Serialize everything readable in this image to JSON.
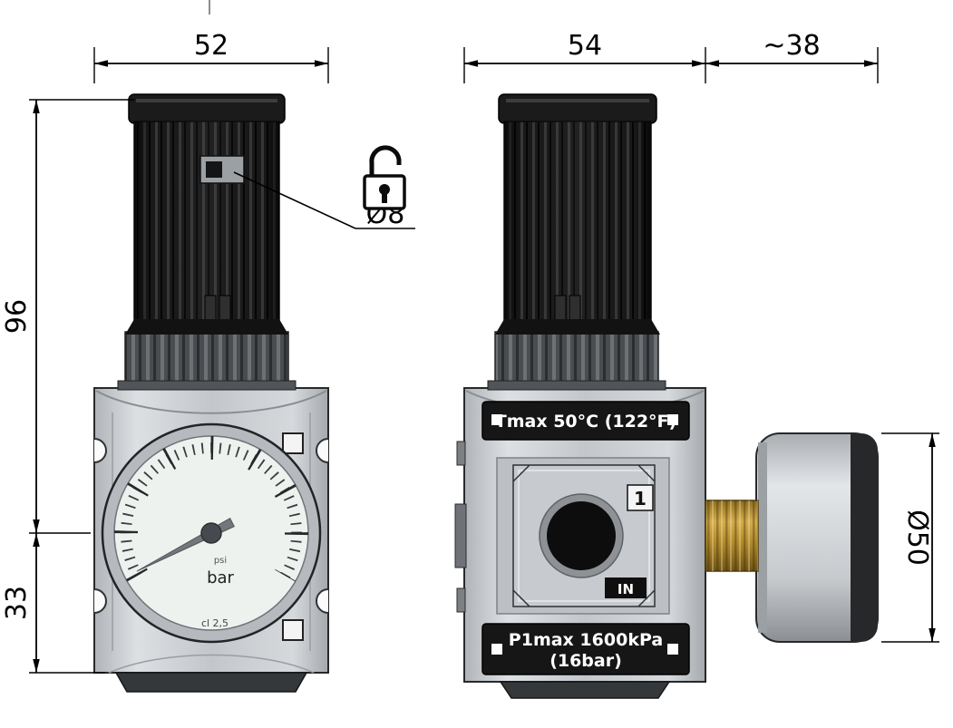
{
  "dims": {
    "front_width": "52",
    "side_width": "54",
    "gauge_depth": "~38",
    "upper_height": "96",
    "lower_height": "33",
    "lock_hole_diameter": "Ø8",
    "gauge_diameter": "Ø50"
  },
  "labels": {
    "tmax_plate": "Tmax 50°C (122°F)",
    "p1max_line1": "P1max 1600kPa",
    "p1max_line2": "(16bar)",
    "port_number": "1",
    "port_in": "IN"
  },
  "gauge": {
    "unit_secondary": "psi",
    "unit_primary": "bar",
    "accuracy_class": "cl 2,5"
  },
  "icons": {
    "padlock": "open-padlock"
  },
  "colors": {
    "line": "#000000",
    "knob": "#1b1b1b",
    "body": "#c6cace",
    "gauge_face": "#eef2ef",
    "brass": "#b8923a",
    "plate": "#161616",
    "plate_text": "#ffffff"
  }
}
